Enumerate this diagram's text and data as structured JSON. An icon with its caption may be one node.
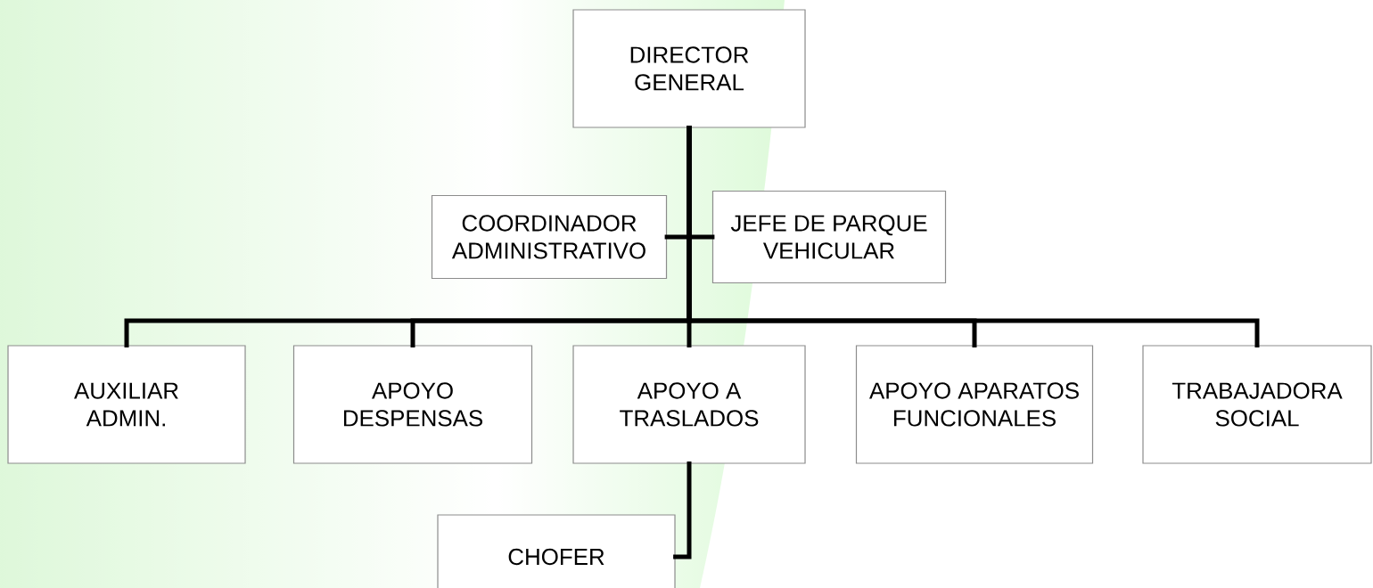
{
  "diagram": {
    "nodes": [
      {
        "text": [
          "DIRECTOR GENERAL"
        ]
      },
      {
        "text": [
          "COORDINADOR ADMINISTRATIVO"
        ]
      },
      {
        "text": [
          "JEFE DE PARQUE VEHICULAR"
        ]
      },
      {
        "text": [
          "AUXILIAR ADMIN."
        ]
      },
      {
        "text": [
          "APOYO DESPENSAS"
        ]
      },
      {
        "text": [
          "APOYO A TRASLADOS"
        ]
      },
      {
        "text": [
          "APOYO APARATOS FUNCIONALES"
        ]
      },
      {
        "text": [
          "TRABAJADORA SOCIAL"
        ]
      },
      {
        "text": [
          "CHOFER"
        ]
      }
    ],
    "edges": [
      {
        "from": 0,
        "to": 1,
        "arrow": "none"
      },
      {
        "from": 0,
        "to": 2,
        "arrow": "none"
      },
      {
        "from": 0,
        "to": 3,
        "arrow": "none"
      },
      {
        "from": 0,
        "to": 4,
        "arrow": "none"
      },
      {
        "from": 0,
        "to": 5,
        "arrow": "none"
      },
      {
        "from": 0,
        "to": 6,
        "arrow": "none"
      },
      {
        "from": 0,
        "to": 7,
        "arrow": "none"
      },
      {
        "from": 5,
        "to": 8,
        "arrow": "none"
      }
    ]
  }
}
